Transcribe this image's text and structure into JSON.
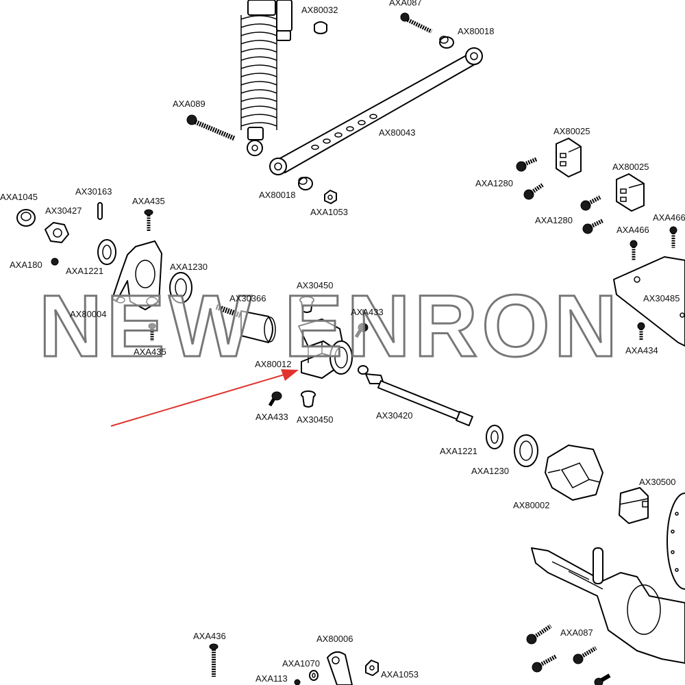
{
  "labels": {
    "ax80032": "AX80032",
    "axa087_top": "AXA087",
    "ax80018_top": "AX80018",
    "axa089": "AXA089",
    "ax80043": "AX80043",
    "ax80018_bottom": "AX80018",
    "axa1053_top": "AXA1053",
    "ax80025_a": "AX80025",
    "ax80025_b": "AX80025",
    "axa1280_a": "AXA1280",
    "axa1280_b": "AXA1280",
    "axa466_a": "AXA466",
    "axa466_b": "AXA466",
    "ax30485": "AX30485",
    "axa434": "AXA434",
    "axa1045": "AXA1045",
    "ax30163": "AX30163",
    "ax30427": "AX30427",
    "axa435_top": "AXA435",
    "axa180": "AXA180",
    "axa1221_left": "AXA1221",
    "axa1230_left": "AXA1230",
    "ax80004": "AX80004",
    "ax30366": "AX30366",
    "axa435_bottom": "AXA435",
    "ax30450_top": "AX30450",
    "axa433_top": "AXA433",
    "ax80012": "AX80012",
    "axa433_bottom": "AXA433",
    "ax30450_bottom": "AX30450",
    "ax30420": "AX30420",
    "axa1221_right": "AXA1221",
    "axa1230_right": "AXA1230",
    "ax80002": "AX80002",
    "ax30500": "AX30500",
    "axa436": "AXA436",
    "ax80006": "AX80006",
    "axa1070": "AXA1070",
    "axa1053_bottom": "AXA1053",
    "axa113": "AXA113",
    "axa087_bottom": "AXA087"
  },
  "watermark": "NEW ENRON",
  "colors": {
    "line": "#000000",
    "arrow": "#e0332e",
    "watermark_stroke": "#777777"
  }
}
